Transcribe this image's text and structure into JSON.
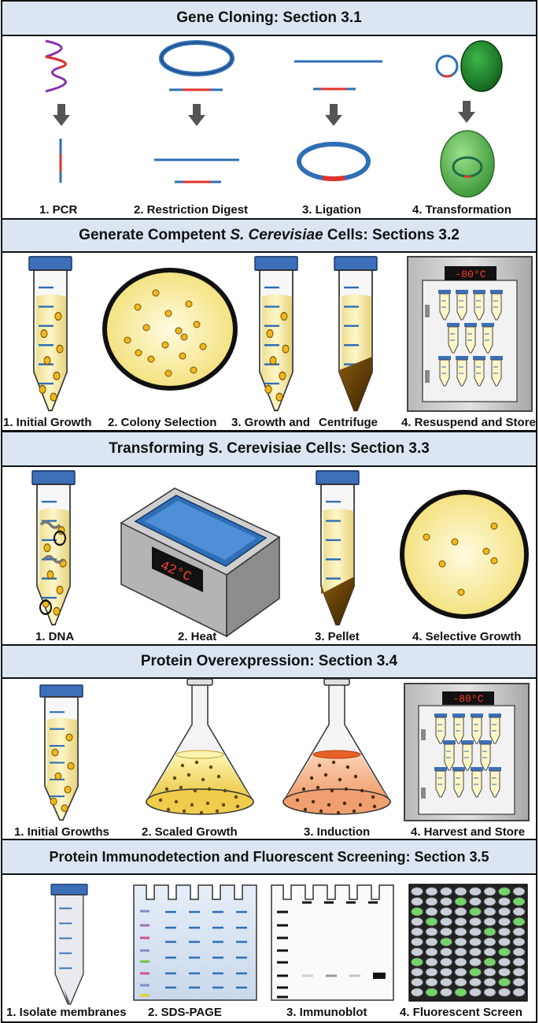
{
  "sections": [
    {
      "title": "Gene Cloning: Section 3.1",
      "steps": [
        "1. PCR",
        "2. Restriction Digest",
        "3. Ligation",
        "4. Transformation"
      ]
    },
    {
      "title_parts": [
        "Generate Competent ",
        "S. Cerevisiae",
        " Cells: Sections 3.2"
      ],
      "steps": [
        "1. Initial Growth",
        "2. Colony Selection",
        "3. Growth and",
        "Centrifuge",
        "4. Resuspend and Store"
      ],
      "freezer_display": "-80°C"
    },
    {
      "title": "Transforming S. Cerevisiae Cells: Section 3.3",
      "steps": [
        "1. DNA",
        "2. Heat",
        "3. Pellet",
        "4. Selective Growth"
      ],
      "heater_display": "42°C"
    },
    {
      "title": "Protein Overexpression: Section 3.4",
      "steps": [
        "1. Initial Growths",
        "2. Scaled Growth",
        "3. Induction",
        "4. Harvest and Store"
      ],
      "freezer_display": "-80°C"
    },
    {
      "title": "Protein Immunodetection and Fluorescent Screening: Section 3.5",
      "steps": [
        "1. Isolate membranes",
        "2. SDS-PAGE",
        "3. Immunoblot",
        "4. Fluorescent Screen"
      ]
    }
  ],
  "colors": {
    "header_bg": "#dbe6f2",
    "dna_blue": "#2f6fb5",
    "insert_red": "#e0332b",
    "culture_yellow": "#f6e7a0",
    "induced_orange": "#f2a477",
    "cell_green": "#2e8b3a"
  }
}
